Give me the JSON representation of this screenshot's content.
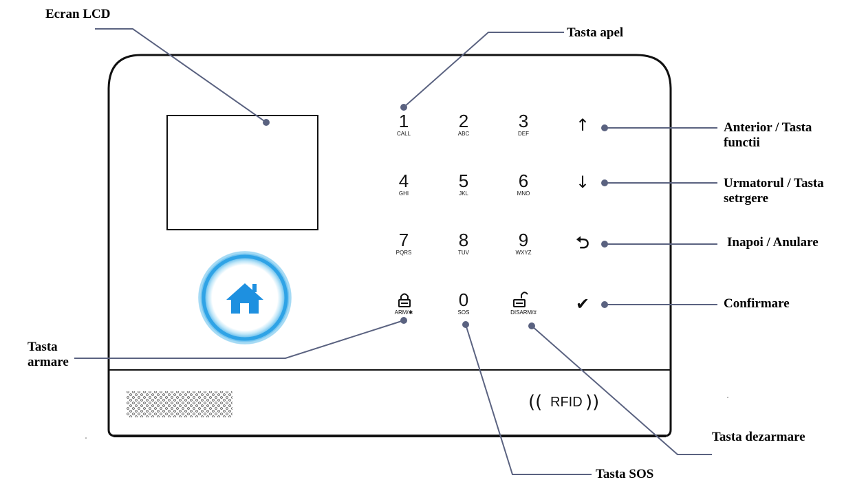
{
  "callouts": {
    "lcd": "Ecran LCD",
    "call": "Tasta apel",
    "prev": "Anterior / Tasta\nfunctii",
    "next": "Urmatorul / Tasta\nsetrgere",
    "back": "Inapoi / Anulare",
    "confirm": "Confirmare",
    "arm": "Tasta\narmare",
    "disarm": "Tasta dezarmare",
    "sos": "Tasta SOS"
  },
  "keypad": [
    {
      "digit": "1",
      "sub": "CALL"
    },
    {
      "digit": "2",
      "sub": "ABC"
    },
    {
      "digit": "3",
      "sub": "DEF"
    },
    {
      "digit": "4",
      "sub": "GHI"
    },
    {
      "digit": "5",
      "sub": "JKL"
    },
    {
      "digit": "6",
      "sub": "MNO"
    },
    {
      "digit": "7",
      "sub": "PQRS"
    },
    {
      "digit": "8",
      "sub": "TUV"
    },
    {
      "digit": "9",
      "sub": "WXYZ"
    },
    {
      "digit": "",
      "sub": "ARM/✱",
      "icon": "lock-closed-icon"
    },
    {
      "digit": "0",
      "sub": "SOS"
    },
    {
      "digit": "",
      "sub": "DISARM/#",
      "icon": "lock-open-icon"
    }
  ],
  "nav_keys": {
    "up": "↑",
    "down": "↓",
    "back": "⮌",
    "confirm": "✔"
  },
  "rfid": {
    "label": "RFID",
    "wave_left": "((",
    "wave_right": "))"
  },
  "icons": {
    "home": "home-icon",
    "speaker": "speaker-grille-icon",
    "lock_closed": "lock-closed-icon",
    "lock_open": "lock-open-icon"
  },
  "colors": {
    "leader_line": "#5a6280",
    "home_ring_outer": "#9fd6f2",
    "home_ring_inner": "#2fa3e6",
    "home_icon": "#1e90e0",
    "outline": "#111111"
  }
}
